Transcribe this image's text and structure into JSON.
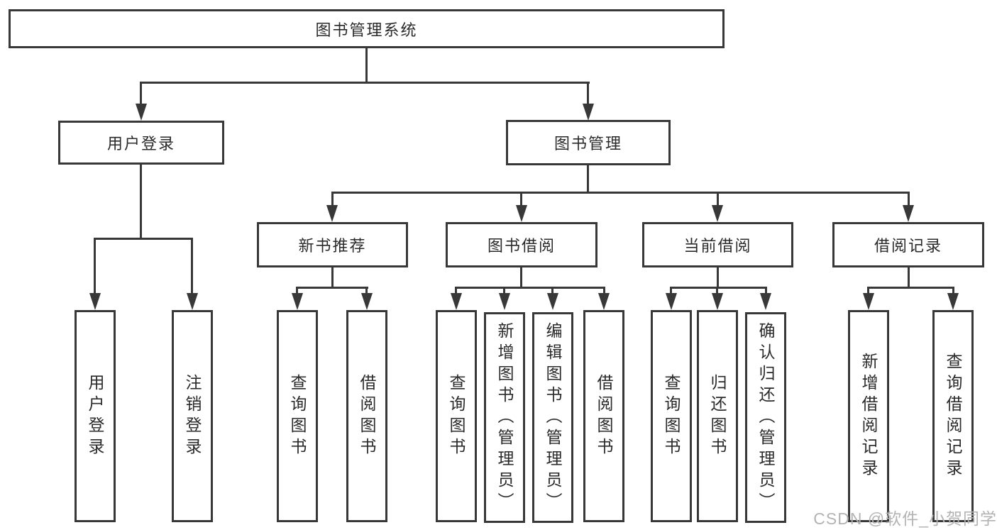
{
  "tree": {
    "root": {
      "label": "图书管理系统"
    },
    "level2": [
      {
        "label": "用户登录"
      },
      {
        "label": "图书管理"
      }
    ],
    "level3": [
      {
        "label": "新书推荐"
      },
      {
        "label": "图书借阅"
      },
      {
        "label": "当前借阅"
      },
      {
        "label": "借阅记录"
      }
    ],
    "leaves_user_login": [
      {
        "label": "用户登录"
      },
      {
        "label": "注销登录"
      }
    ],
    "leaves_new_book": [
      {
        "label": "查询图书"
      },
      {
        "label": "借阅图书"
      }
    ],
    "leaves_book_borrow": [
      {
        "label": "查询图书"
      },
      {
        "label": "新增图书（管理员）"
      },
      {
        "label": "编辑图书（管理员）"
      },
      {
        "label": "借阅图书"
      }
    ],
    "leaves_current_borrow": [
      {
        "label": "查询图书"
      },
      {
        "label": "归还图书"
      },
      {
        "label": "确认归还（管理员）"
      }
    ],
    "leaves_borrow_record": [
      {
        "label": "新增借阅记录"
      },
      {
        "label": "查询借阅记录"
      }
    ]
  },
  "watermark": {
    "text": "CSDN @软件_小贺同学"
  },
  "colors": {
    "line": "#383838",
    "text": "#2a2a2a",
    "watermark": "#b3b3b3",
    "background": "#ffffff"
  }
}
